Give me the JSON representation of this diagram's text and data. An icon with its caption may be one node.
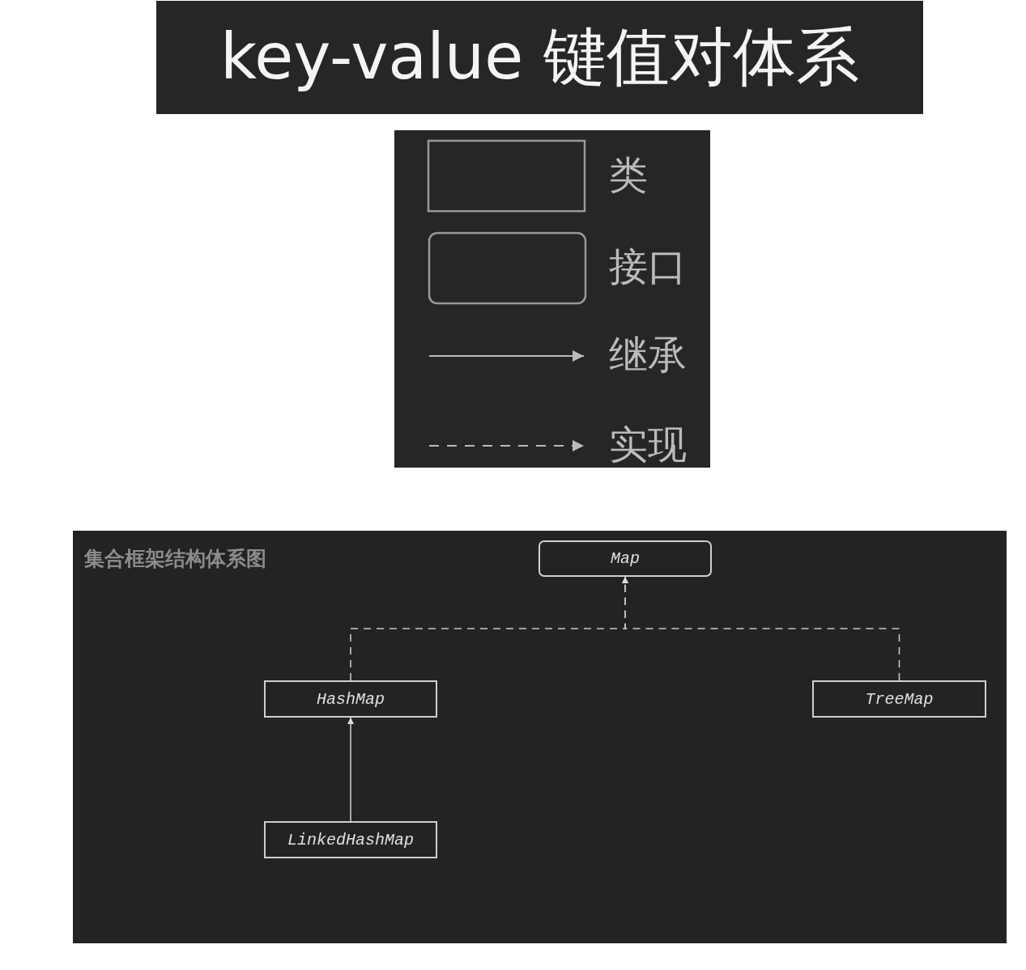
{
  "diagram": {
    "title": "key-value 键值对体系",
    "nodes": [
      {
        "text": [
          "集合框架结构体系图"
        ]
      },
      {
        "text": [
          "Map"
        ],
        "in": 0
      },
      {
        "text": [
          "HashMap"
        ],
        "in": 0
      },
      {
        "text": [
          "TreeMap"
        ],
        "in": 0
      },
      {
        "text": [
          "LinkedHashMap"
        ],
        "in": 0
      }
    ],
    "edges": [
      {
        "from": 2,
        "to": 1,
        "arrow": "to",
        "style": "dashed"
      },
      {
        "from": 3,
        "to": 1,
        "arrow": "to",
        "style": "dashed"
      },
      {
        "from": 4,
        "to": 2,
        "arrow": "to"
      }
    ],
    "legend": [
      {
        "text": "类"
      },
      {
        "text": "接口"
      },
      {
        "text": "继承"
      },
      {
        "text": "实现"
      }
    ]
  }
}
